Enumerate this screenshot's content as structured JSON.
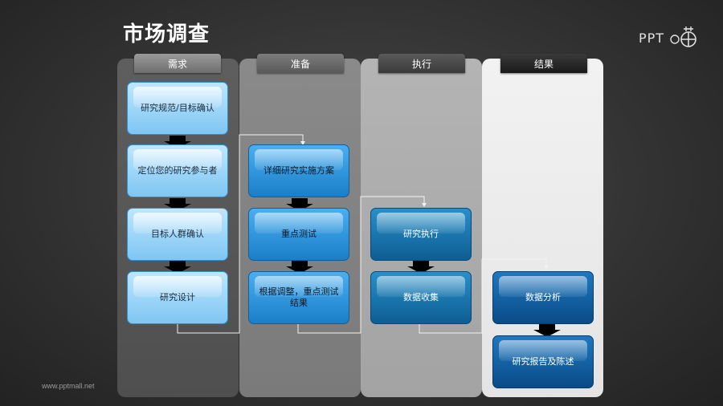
{
  "title": "市场调查",
  "logo": "PPT",
  "footer": "www.pptmall.net",
  "columns": [
    {
      "header": "需求"
    },
    {
      "header": "准备"
    },
    {
      "header": "执行"
    },
    {
      "header": "结果"
    }
  ],
  "steps": {
    "s1": "研究规范/目标确认",
    "s2": "定位您的研究参与者",
    "s3": "目标人群确认",
    "s4": "研究设计",
    "s5": "详细研究实施方案",
    "s6": "重点测试",
    "s7": "根据调整，重点测试结果",
    "s8": "研究执行",
    "s9": "数据收集",
    "s10": "数据分析",
    "s11": "研究报告及陈述"
  }
}
